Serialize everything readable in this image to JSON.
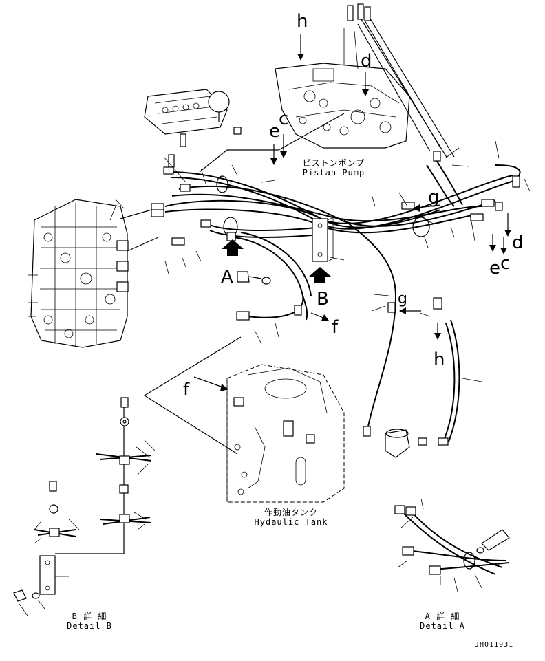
{
  "labels": {
    "h_top": "h",
    "d_top": "d",
    "c_top": "c",
    "e_top": "e",
    "g_top": "g",
    "d_right": "d",
    "e_right": "e",
    "c_right": "c",
    "g_mid": "g",
    "h_mid": "h",
    "A": "A",
    "B": "B",
    "f_mid": "f",
    "f_tank": "f"
  },
  "captions": {
    "pump_jp": "ピストンポンプ",
    "pump_en": "Pistan Pump",
    "tank_jp": "作動油タンク",
    "tank_en": "Hydaulic Tank",
    "detail_b_jp": "B 詳 細",
    "detail_b_en": "Detail B",
    "detail_a_jp": "A 詳 細",
    "detail_a_en": "Detail A"
  },
  "drawing_code": "JH011931"
}
